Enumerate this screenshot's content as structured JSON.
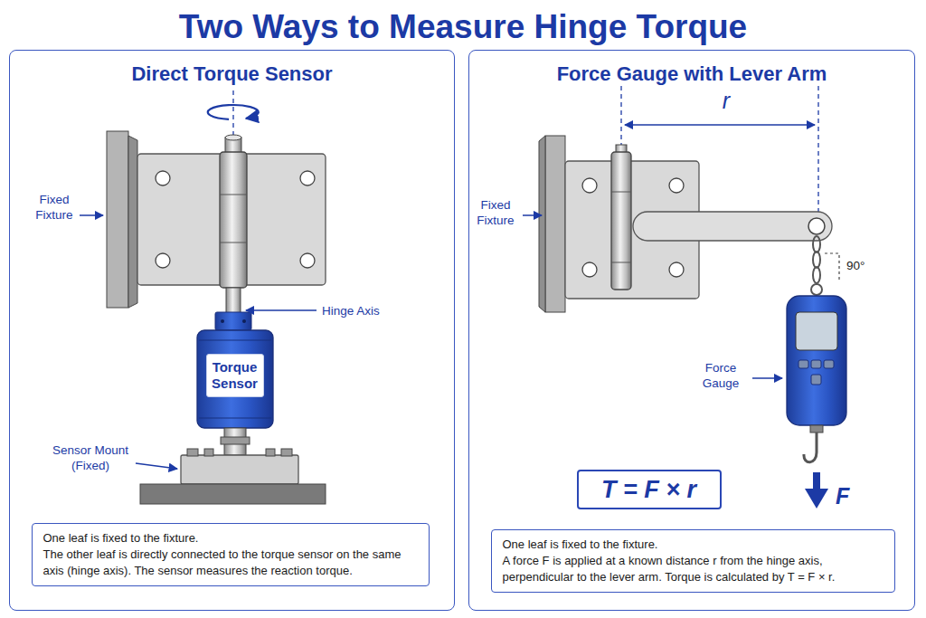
{
  "diagram": {
    "title": "Two Ways to Measure Hinge Torque",
    "nodes": [
      {
        "text": [
          "Direct Torque Sensor"
        ]
      },
      {
        "text": [
          "Torque Sensor"
        ],
        "in": 0
      },
      {
        "text": [
          "One leaf is fixed to the fixture.",
          "The other leaf is directly connected to the torque sensor on the same axis (hinge axis). The sensor measures the reaction torque."
        ],
        "in": 0
      },
      {
        "text": [
          "Force Gauge with Lever Arm"
        ]
      },
      {
        "text": [
          "T = F × r"
        ],
        "in": 3
      },
      {
        "text": [
          "One leaf is fixed to the fixture.",
          "A force F is applied at a known distance r from the hinge axis, perpendicular to the lever arm. Torque is calculated by T = F × r."
        ],
        "in": 3
      }
    ],
    "labels": [
      "Fixed Fixture",
      "Hinge Axis",
      "Sensor Mount (Fixed)",
      "Fixed Fixture",
      "r",
      "90°",
      "Force Gauge",
      "F"
    ]
  }
}
